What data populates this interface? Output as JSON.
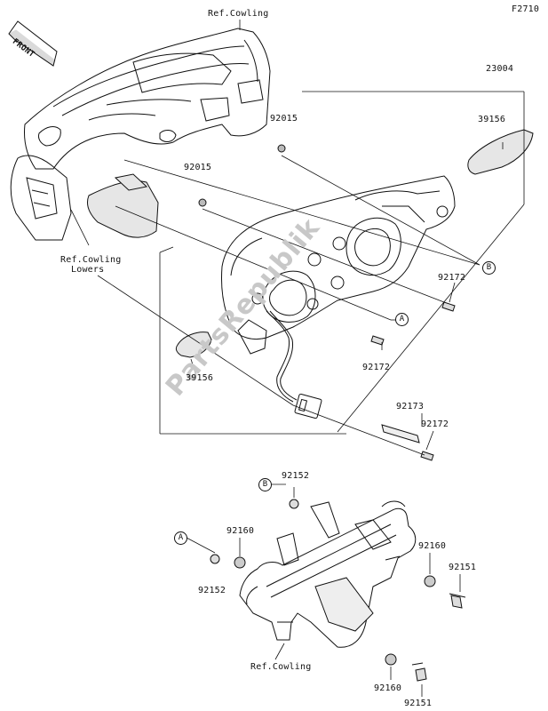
{
  "diagram_code": "F2710",
  "front_arrow": "FRONT",
  "watermark": "PartsRepublik",
  "labels": {
    "ref_cowling_top": "Ref.Cowling",
    "p23004": "23004",
    "p92015_a": "92015",
    "p39156_right": "39156",
    "p92015_b": "92015",
    "ref_cowling_lowers_1": "Ref.Cowling",
    "ref_cowling_lowers_2": "Lowers",
    "p92172_a": "92172",
    "p92172_b": "92172",
    "p39156_left": "39156",
    "p92173": "92173",
    "p92172_c": "92172",
    "p92152_top": "92152",
    "p92160_left": "92160",
    "p92152_left": "92152",
    "p92160_right": "92160",
    "p92151_right": "92151",
    "ref_cowling_bottom": "Ref.Cowling",
    "p92160_bottom": "92160",
    "p92151_bottom": "92151"
  },
  "callouts": {
    "b_upper": "B",
    "a_upper": "A",
    "b_lower": "B",
    "a_lower": "A"
  }
}
